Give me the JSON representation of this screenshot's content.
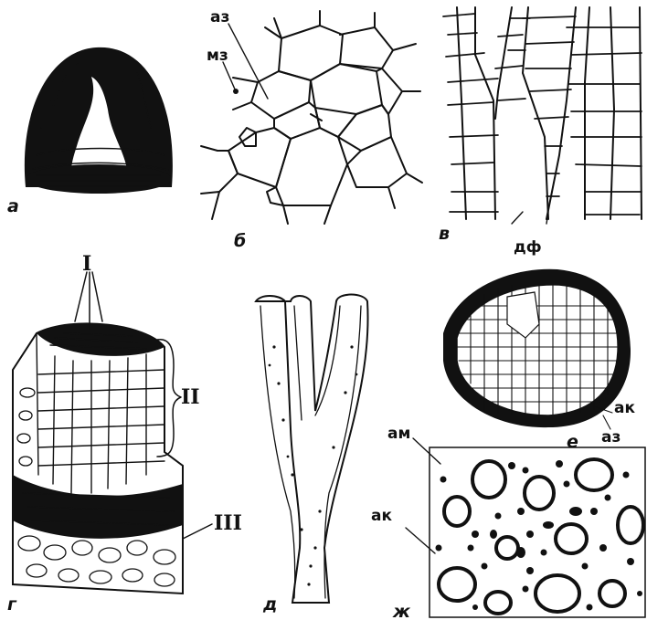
{
  "panels": {
    "a": {
      "letter": "а"
    },
    "b": {
      "letter": "б",
      "labels": {
        "mz": "мз",
        "az": "аз"
      }
    },
    "v": {
      "letter": "в",
      "labels": {
        "df": "дф"
      }
    },
    "g": {
      "letter": "г",
      "labels": {
        "r1": "I",
        "r2": "II",
        "r3": "III"
      }
    },
    "d": {
      "letter": "д"
    },
    "e": {
      "letter": "е",
      "labels": {
        "ak": "ак",
        "az": "аз"
      }
    },
    "zh": {
      "letter": "ж",
      "labels": {
        "am": "ам",
        "ak": "ак"
      }
    }
  },
  "colors": {
    "ink": "#111111",
    "paper": "#ffffff"
  }
}
